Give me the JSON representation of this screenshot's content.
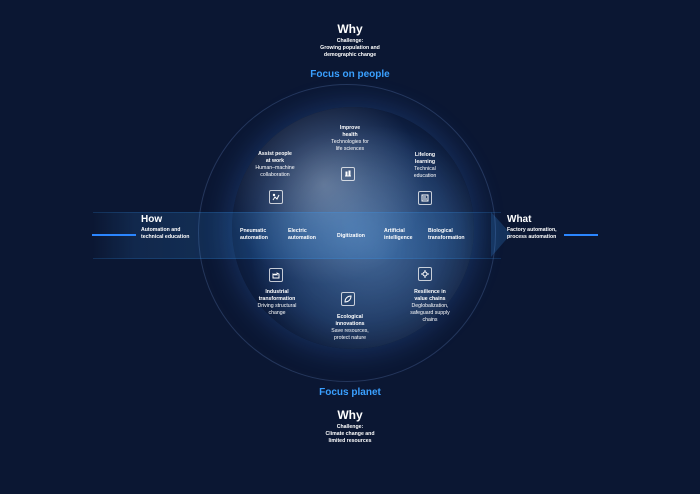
{
  "top": {
    "why": "Why",
    "challenge_label": "Challenge:",
    "challenge_text_1": "Growing population and",
    "challenge_text_2": "demographic change",
    "focus": "Focus on people"
  },
  "left": {
    "title": "How",
    "text_1": "Automation and",
    "text_2": "technical education"
  },
  "right": {
    "title": "What",
    "text_1": "Factory automation,",
    "text_2": "process automation"
  },
  "band_items": [
    {
      "l1": "Pneumatic",
      "l2": "automation"
    },
    {
      "l1": "Electric",
      "l2": "automation"
    },
    {
      "l1": "Digitization",
      "l2": ""
    },
    {
      "l1": "Artificial",
      "l2": "intelligence"
    },
    {
      "l1": "Biological",
      "l2": "transformation"
    }
  ],
  "globe_items": {
    "improve_health": {
      "title_1": "Improve",
      "title_2": "health",
      "sub_1": "Technologies for",
      "sub_2": "life sciences"
    },
    "assist_people": {
      "title_1": "Assist people",
      "title_2": "at work",
      "sub_1": "Human–machine",
      "sub_2": "collaboration"
    },
    "lifelong_learning": {
      "title_1": "Lifelong",
      "title_2": "learning",
      "sub_1": "Technical",
      "sub_2": "education"
    },
    "industrial_transformation": {
      "title_1": "Industrial",
      "title_2": "transformation",
      "sub_1": "Driving structural",
      "sub_2": "change"
    },
    "resilience": {
      "title_1": "Resilience in",
      "title_2": "value chains",
      "sub_1": "Deglobalization,",
      "sub_2": "safeguard supply chains"
    },
    "ecological_innovations": {
      "title_1": "Ecological",
      "title_2": "innovations",
      "sub_1": "Save resources,",
      "sub_2": "protect nature"
    }
  },
  "bottom": {
    "focus": "Focus planet",
    "why": "Why",
    "challenge_label": "Challenge:",
    "challenge_text_1": "Climate change and",
    "challenge_text_2": "limited resources"
  },
  "colors": {
    "background": "#0b1733",
    "accent": "#3aa0ff",
    "line": "#2b86ff"
  },
  "icons": [
    "health-icon",
    "assist-icon",
    "learning-icon",
    "industrial-icon",
    "resilience-icon",
    "ecology-icon"
  ]
}
